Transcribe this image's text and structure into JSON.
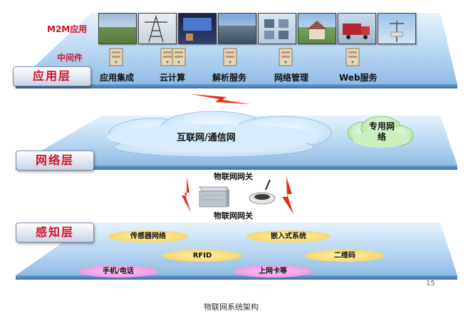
{
  "layers": {
    "application": "应用层",
    "network": "网络层",
    "perception": "感知层"
  },
  "application": {
    "m2m_label": "M2M应用",
    "middleware_label": "中间件",
    "services": [
      "应用集成",
      "云计算",
      "解析服务",
      "网络管理",
      "Web服务"
    ]
  },
  "network": {
    "internet_label": "互联网/通信网",
    "private_label_line1": "专用网",
    "private_label_line2": "络",
    "gateway_top": "物联网网关",
    "gateway_bottom": "物联网网关"
  },
  "perception": {
    "items": [
      "传感器网络",
      "嵌入式系统",
      "RFID",
      "二维码",
      "手机/电话",
      "上网卡等"
    ]
  },
  "page_number": "15",
  "caption": "物联网系统架构",
  "colors": {
    "layer_label": "#d0132a",
    "plane": "#a9cdf0",
    "cloud": "#c9e6f8",
    "private_cloud": "#bfeab3",
    "bolt": "#e62d1a",
    "pill_yellow": "#f7d86a",
    "pill_pink": "#f29be4"
  }
}
